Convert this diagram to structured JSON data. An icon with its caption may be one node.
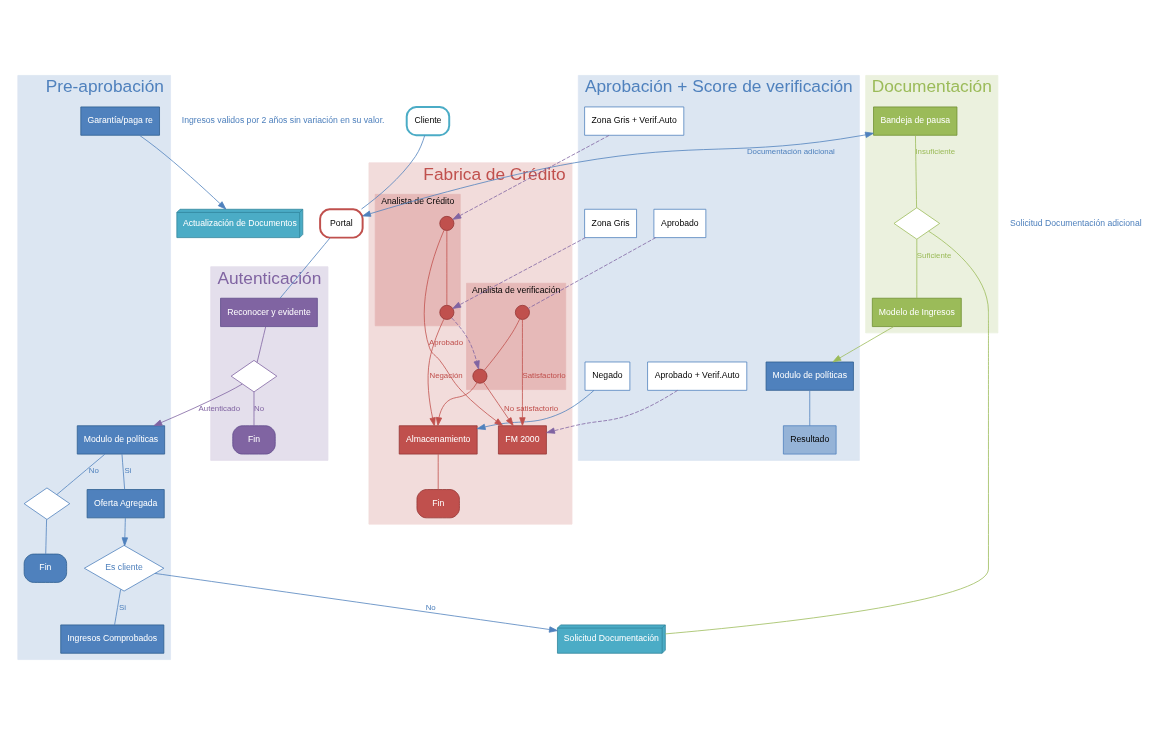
{
  "diagram": {
    "nodes": [
      {
        "text": [
          "Cliente"
        ]
      },
      {
        "text": [
          "Portal"
        ]
      },
      {
        "text": [
          "Autenticación"
        ]
      },
      {
        "text": [
          "Reconocer y evidente"
        ],
        "in": 2
      },
      {
        "text": [],
        "shape": "diamond",
        "in": 2
      },
      {
        "text": [
          "Fin"
        ],
        "in": 2
      },
      {
        "text": [
          "Pre-aprobación"
        ]
      },
      {
        "text": [
          "Modulo de políticas"
        ],
        "in": 6
      },
      {
        "text": [],
        "shape": "diamond",
        "in": 6
      },
      {
        "text": [
          "Fin"
        ],
        "in": 6
      },
      {
        "text": [
          "Oferta Agregada"
        ],
        "in": 6
      },
      {
        "text": [
          "Es cliente"
        ],
        "in": 6
      },
      {
        "text": [
          "Ingresos Comprobados"
        ],
        "in": 6
      },
      {
        "text": [
          "Garantía/paga re"
        ],
        "in": 6
      },
      {
        "text": [
          "Documentación"
        ]
      },
      {
        "text": [
          "Bandeja de pausa"
        ],
        "in": 14
      },
      {
        "text": [
          "Modelo de Ingresos"
        ],
        "in": 14
      },
      {
        "text": [],
        "shape": "diamond",
        "in": 14
      },
      {
        "text": [
          "Actualización de Documentos"
        ]
      },
      {
        "text": [
          "Solicitud Documentación"
        ]
      },
      {
        "text": [
          "Aprobación + Score de verificación"
        ]
      },
      {
        "text": [
          "Modulo de políticas"
        ],
        "in": 20
      },
      {
        "text": [
          "Resultado"
        ],
        "in": 20
      },
      {
        "text": [
          "Aprobado + Verif.Auto"
        ],
        "in": 20
      },
      {
        "text": [
          "Aprobado"
        ],
        "in": 20
      },
      {
        "text": [
          "Zona Gris + Verif.Auto"
        ],
        "in": 20
      },
      {
        "text": [
          "Zona Gris"
        ],
        "in": 20
      },
      {
        "text": [
          "Negado"
        ],
        "in": 20
      },
      {
        "text": [
          "Fabrica de Crédito"
        ]
      },
      {
        "text": [
          "Analista de Crédito"
        ],
        "in": 28
      },
      {
        "text": [],
        "shape": "circle",
        "in": 29
      },
      {
        "text": [],
        "shape": "circle",
        "in": 29
      },
      {
        "text": [
          "Analista de verificación"
        ],
        "in": 28
      },
      {
        "text": [],
        "shape": "circle",
        "in": 32
      },
      {
        "text": [],
        "shape": "circle",
        "in": 32
      },
      {
        "text": [
          "FM 2000"
        ],
        "in": 28
      },
      {
        "text": [
          "Almacenamiento"
        ],
        "in": 28
      },
      {
        "text": [
          "Fin"
        ],
        "in": 28
      }
    ],
    "edges": [
      {
        "from": 0,
        "to": 1,
        "arrow": "none"
      },
      {
        "from": 1,
        "to": 3,
        "arrow": "none"
      },
      {
        "from": 15,
        "to": 1,
        "arrow": "both",
        "label": "Documentación adicional"
      },
      {
        "from": 3,
        "to": 4,
        "arrow": "none",
        "color": "#8064a2"
      },
      {
        "from": 4,
        "to": 5,
        "arrow": "none",
        "label": "No",
        "color": "#8064a2"
      },
      {
        "from": 4,
        "to": 7,
        "arrow": "to",
        "label": "Autenticado",
        "color": "#8064a2"
      },
      {
        "from": 7,
        "to": 8,
        "arrow": "none",
        "label": "No"
      },
      {
        "from": 8,
        "to": 9,
        "arrow": "none"
      },
      {
        "from": 7,
        "to": 10,
        "arrow": "none",
        "label": "Si"
      },
      {
        "from": 10,
        "to": 11,
        "arrow": "to"
      },
      {
        "from": 11,
        "to": 12,
        "arrow": "none",
        "label": "Si"
      },
      {
        "from": 13,
        "to": 18,
        "arrow": "to"
      },
      {
        "from": 11,
        "to": 19,
        "arrow": "to",
        "label": "No"
      },
      {
        "from": 15,
        "to": 17,
        "arrow": "none",
        "label": "Insuficiente",
        "color": "#9bbb59"
      },
      {
        "from": 17,
        "to": 16,
        "arrow": "none",
        "label": "Suficiente",
        "color": "#9bbb59"
      },
      {
        "from": 16,
        "to": 21,
        "arrow": "to",
        "color": "#9bbb59"
      },
      {
        "from": 17,
        "to": 19,
        "arrow": "none",
        "color": "#9bbb59"
      },
      {
        "from": 21,
        "to": 22,
        "arrow": "none"
      },
      {
        "from": 23,
        "to": 35,
        "arrow": "to",
        "style": "dashed",
        "color": "#8064a2"
      },
      {
        "from": 24,
        "to": 33,
        "arrow": "none",
        "style": "dashed",
        "color": "#8064a2"
      },
      {
        "from": 25,
        "to": 30,
        "arrow": "to",
        "style": "dashed",
        "color": "#8064a2"
      },
      {
        "from": 26,
        "to": 31,
        "arrow": "to",
        "style": "dashed",
        "color": "#8064a2"
      },
      {
        "from": 31,
        "to": 34,
        "arrow": "to",
        "style": "dashed",
        "color": "#8064a2"
      },
      {
        "from": 27,
        "to": 36,
        "arrow": "to"
      },
      {
        "from": 30,
        "to": 31,
        "arrow": "none",
        "color": "#c0504d"
      },
      {
        "from": 30,
        "to": 35,
        "arrow": "to",
        "label": "Aprobado",
        "color": "#c0504d"
      },
      {
        "from": 31,
        "to": 36,
        "arrow": "to",
        "label": "Negación",
        "color": "#c0504d"
      },
      {
        "from": 33,
        "to": 34,
        "arrow": "none",
        "color": "#c0504d"
      },
      {
        "from": 33,
        "to": 35,
        "arrow": "to",
        "label": "Satisfactorio",
        "color": "#c0504d"
      },
      {
        "from": 34,
        "to": 35,
        "arrow": "to",
        "label": "No satisfactorio",
        "color": "#c0504d"
      },
      {
        "from": 34,
        "to": 36,
        "arrow": "to",
        "color": "#c0504d"
      },
      {
        "from": 36,
        "to": 37,
        "arrow": "none",
        "color": "#c0504d"
      }
    ],
    "labels": [
      "Solicitud Documentación adicional",
      "Ingresos validos por 2 años sin variación en su valor."
    ]
  }
}
